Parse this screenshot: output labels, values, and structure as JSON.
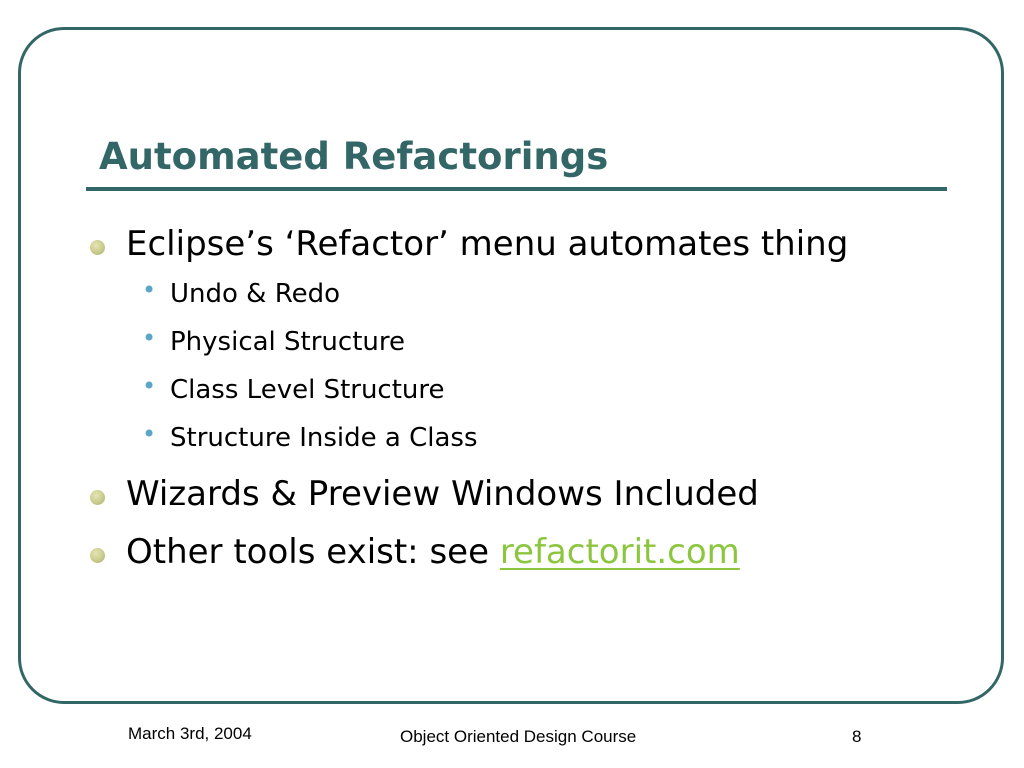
{
  "slide": {
    "title": "Automated Refactorings",
    "bullets": [
      {
        "text": "Eclipse’s ‘Refactor’ menu automates thing"
      },
      {
        "text": "Undo & Redo"
      },
      {
        "text": "Physical Structure"
      },
      {
        "text": "Class Level Structure"
      },
      {
        "text": "Structure Inside a Class"
      },
      {
        "text": "Wizards & Preview Windows Included"
      },
      {
        "text_prefix": "Other tools exist: see ",
        "link_text": "refactorit.com"
      }
    ],
    "subbullet_glyph": "•"
  },
  "footer": {
    "date": "March 3rd, 2004",
    "course": "Object Oriented Design Course",
    "page_number": "8"
  },
  "colors": {
    "title": "#336666",
    "frame": "#336666",
    "link": "#8cc63f",
    "subbullet": "#5ba6c9",
    "bullet": "#c9cb8e"
  }
}
